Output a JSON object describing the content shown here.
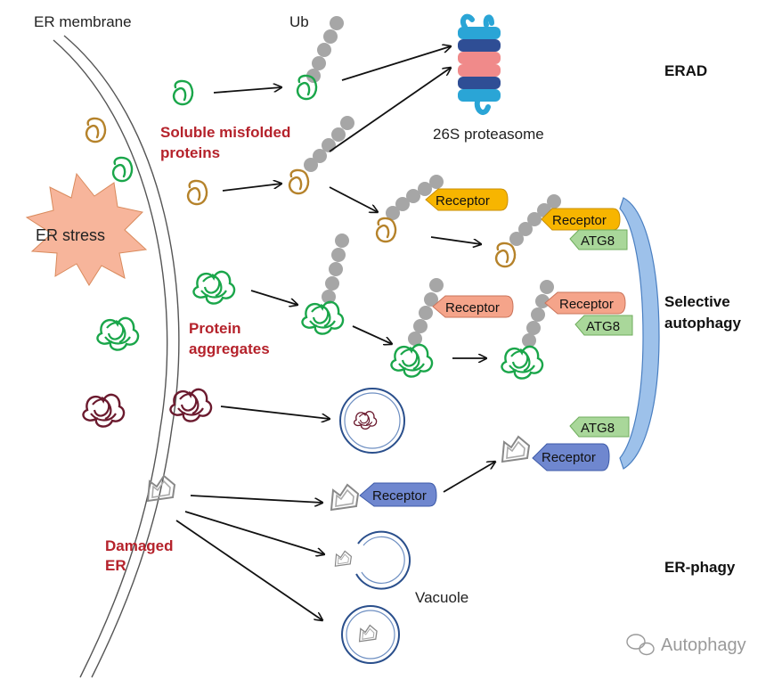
{
  "labels": {
    "er_membrane": "ER membrane",
    "ub": "Ub",
    "proteasome": "26S proteasome",
    "erad": "ERAD",
    "soluble_line1": "Soluble misfolded",
    "soluble_line2": "proteins",
    "er_stress": "ER stress",
    "aggregates_line1": "Protein",
    "aggregates_line2": "aggregates",
    "selective_line1": "Selective",
    "selective_line2": "autophagy",
    "damaged_line1": "Damaged",
    "damaged_line2": "ER",
    "er_phagy": "ER-phagy",
    "vacuole": "Vacuole",
    "receptor": "Receptor",
    "atg8": "ATG8",
    "watermark": "Autophagy"
  },
  "colors": {
    "green_protein": "#1aa64a",
    "orange_protein": "#b5822a",
    "maroon_aggregate": "#6b1a2e",
    "ub_gray": "#a6a6a6",
    "receptor_yellow": "#f7b500",
    "receptor_salmon": "#f5a48a",
    "receptor_blue": "#6f87cf",
    "atg8_green": "#a9d79a",
    "phagophore_blue": "#9dc1ea",
    "vacuole_blue": "#2a4f8c",
    "proteasome_cyan": "#2aa5d6",
    "proteasome_navy": "#2f4e95",
    "proteasome_pink": "#f08a8a",
    "burst_orange": "#f7b59b",
    "label_red": "#b5222b"
  }
}
